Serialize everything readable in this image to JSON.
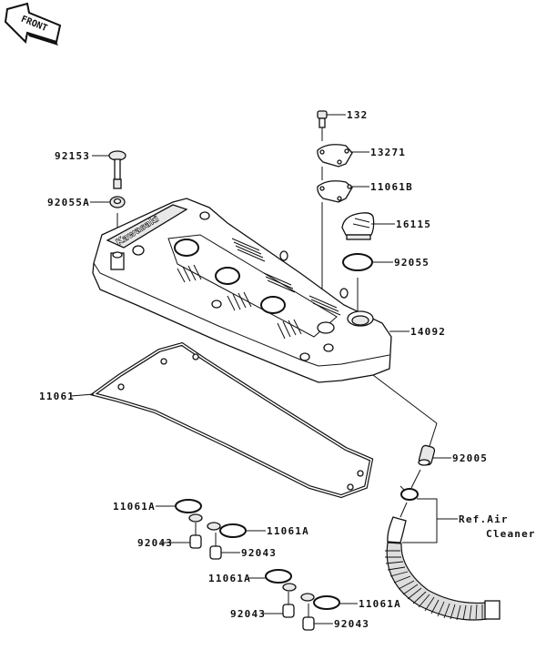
{
  "diagram": {
    "type": "exploded parts diagram",
    "subject": "Cylinder head cover",
    "front_badge": "FRONT",
    "cover_logo": "Kawasaki",
    "callouts": [
      {
        "id": "c-132",
        "part": "132"
      },
      {
        "id": "c-13271",
        "part": "13271"
      },
      {
        "id": "c-11061B",
        "part": "11061B"
      },
      {
        "id": "c-16115",
        "part": "16115"
      },
      {
        "id": "c-92055",
        "part": "92055"
      },
      {
        "id": "c-14092",
        "part": "14092"
      },
      {
        "id": "c-92153",
        "part": "92153"
      },
      {
        "id": "c-92055A",
        "part": "92055A"
      },
      {
        "id": "c-11061",
        "part": "11061"
      },
      {
        "id": "c-92005",
        "part": "92005"
      },
      {
        "id": "c-ref1",
        "part": "Ref.Air"
      },
      {
        "id": "c-ref2",
        "part": "Cleaner"
      },
      {
        "id": "c-11061A-1",
        "part": "11061A"
      },
      {
        "id": "c-92043-1",
        "part": "92043"
      },
      {
        "id": "c-11061A-2",
        "part": "11061A"
      },
      {
        "id": "c-92043-2",
        "part": "92043"
      },
      {
        "id": "c-11061A-3",
        "part": "11061A"
      },
      {
        "id": "c-92043-3",
        "part": "92043"
      },
      {
        "id": "c-11061A-4",
        "part": "11061A"
      },
      {
        "id": "c-92043-4",
        "part": "92043"
      }
    ]
  }
}
